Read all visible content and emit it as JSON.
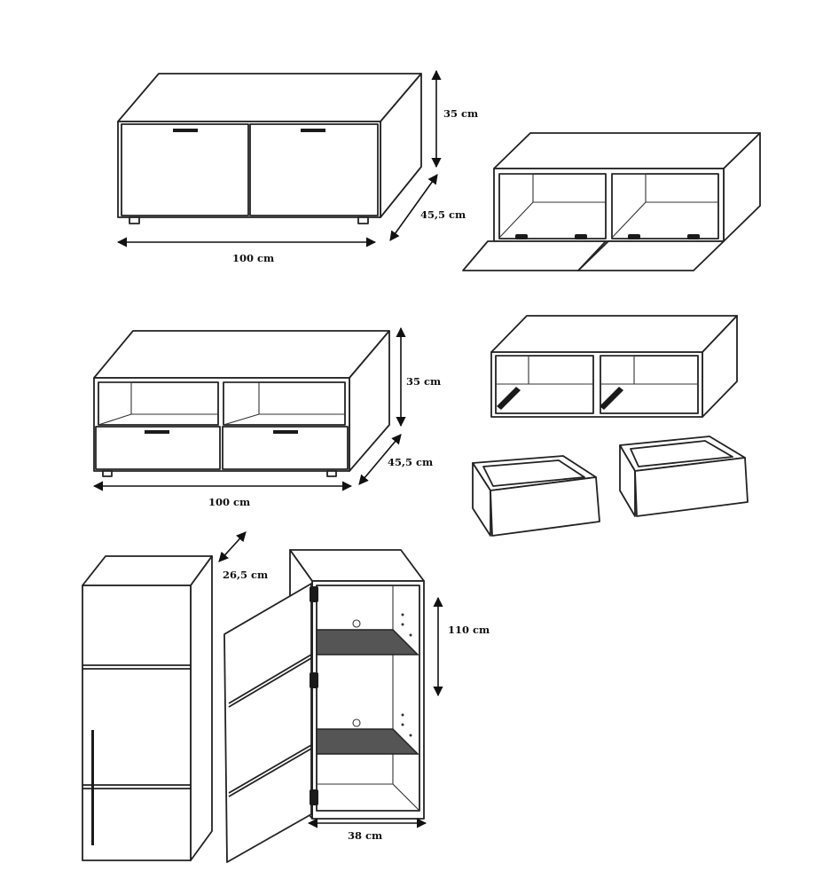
{
  "diagram": {
    "tv_unit_doors": {
      "height_label": "35 cm",
      "depth_label": "45,5 cm",
      "width_label": "100 cm"
    },
    "tv_unit_drawers": {
      "height_label": "35 cm",
      "depth_label": "45,5 cm",
      "width_label": "100 cm"
    },
    "tall_cabinet": {
      "depth_label": "26,5 cm",
      "height_label": "110 cm",
      "width_label": "38 cm"
    }
  }
}
